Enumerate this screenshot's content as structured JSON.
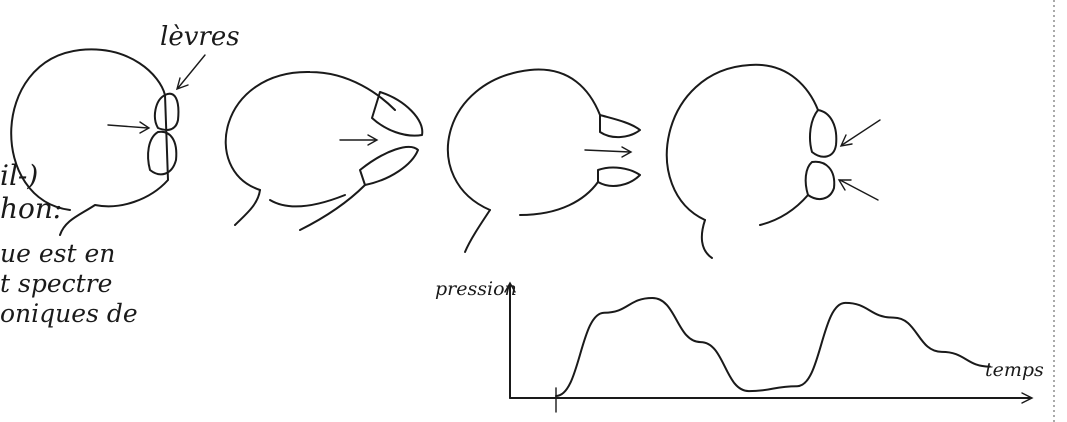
{
  "labels": {
    "levres": "lèvres",
    "pression": "pression",
    "temps": "temps"
  },
  "left_text": {
    "line1": "il-)",
    "line2": "hon:",
    "line3": "ue est en",
    "line4": "t spectre",
    "line5": "oniques de"
  },
  "chart_data": {
    "type": "line",
    "x": [
      0,
      0.5,
      1,
      1.5,
      2,
      2.5,
      3,
      3.5,
      4,
      4.5
    ],
    "y": [
      0,
      0.85,
      1,
      0.55,
      0.05,
      0.1,
      0.95,
      0.8,
      0.45,
      0.3
    ],
    "xlabel": "temps",
    "ylabel": "pression"
  },
  "colors": {
    "ink": "#1a1a1a",
    "paper": "#ffffff"
  }
}
